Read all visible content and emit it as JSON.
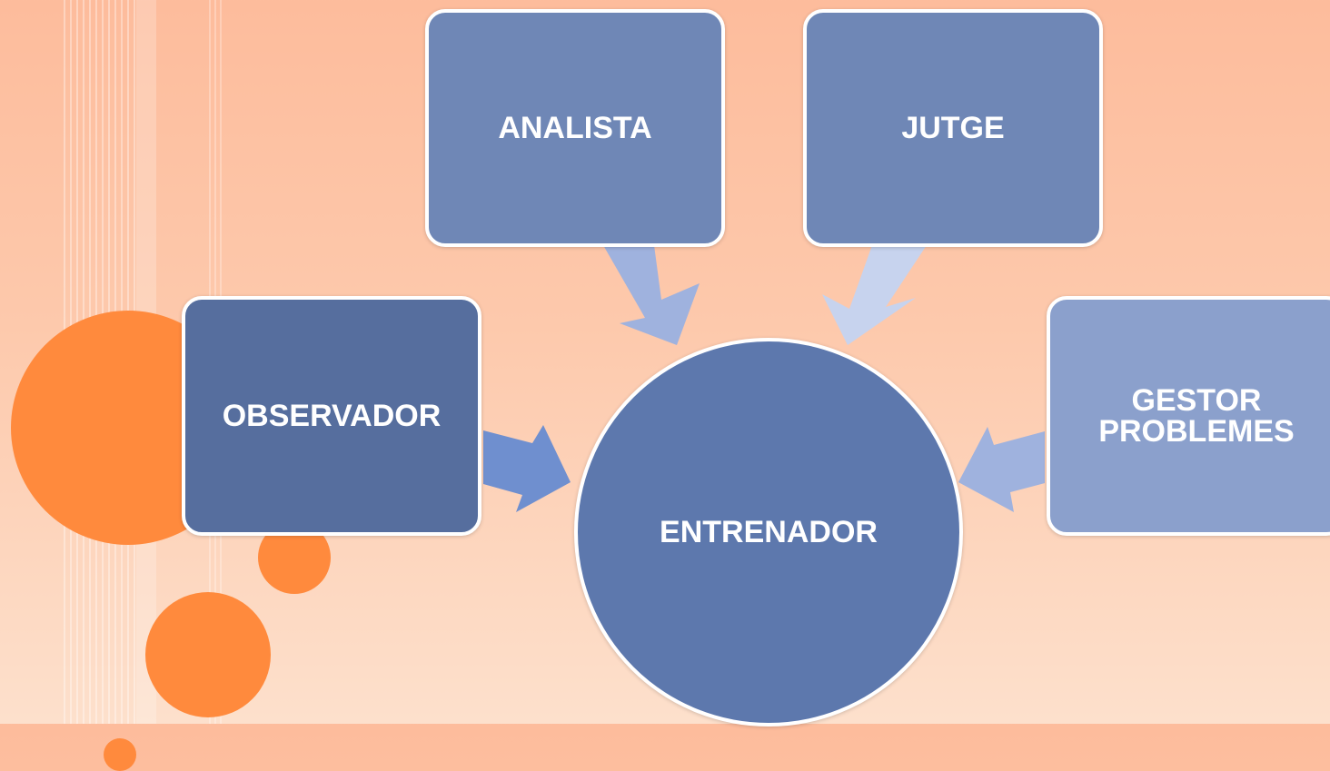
{
  "diagram": {
    "center": {
      "label": "ENTRENADOR",
      "color": "#5d78ad"
    },
    "nodes": [
      {
        "key": "analista",
        "label": "ANALISTA",
        "color": "#6f87b6"
      },
      {
        "key": "jutge",
        "label": "JUTGE",
        "color": "#6f87b6"
      },
      {
        "key": "observador",
        "label": "OBSERVADOR",
        "color": "#566e9e"
      },
      {
        "key": "gestor",
        "label": "GESTOR\nPROBLEMES",
        "color": "#8ba0cc"
      }
    ],
    "arrow_colors": {
      "analista": "#9fb2de",
      "jutge": "#c7d3ee",
      "observador": "#6f8fcf",
      "gestor": "#9fb2de"
    }
  },
  "theme": {
    "accent_orange": "#ff8a3d",
    "background_peach": "#fdc4a6"
  }
}
